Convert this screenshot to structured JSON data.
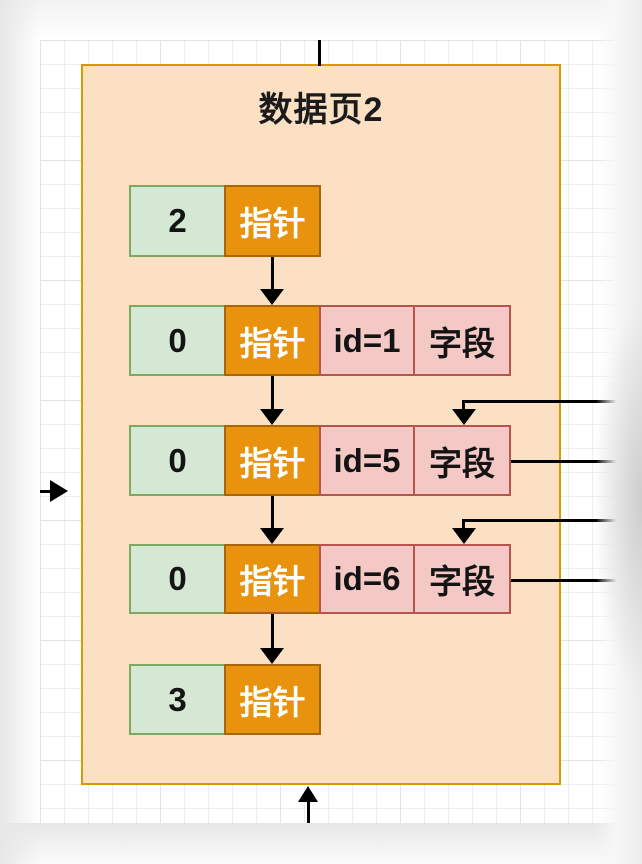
{
  "diagram": {
    "title": "数据页2",
    "colors": {
      "container_fill": "#fce0c4",
      "container_stroke": "#d79b00",
      "green_fill": "#d5e8d4",
      "green_stroke": "#7da860",
      "orange_fill": "#e8920d",
      "orange_stroke": "#a8660b",
      "pink_fill": "#f3c8c5",
      "pink_stroke": "#b85450",
      "connector_color": "#000000"
    },
    "rows": [
      {
        "cells": [
          {
            "type": "green",
            "text": "2"
          },
          {
            "type": "orange",
            "text": "指针"
          }
        ]
      },
      {
        "cells": [
          {
            "type": "green",
            "text": "0"
          },
          {
            "type": "orange",
            "text": "指针"
          },
          {
            "type": "pink",
            "text": "id=1"
          },
          {
            "type": "pink",
            "text": "字段"
          }
        ]
      },
      {
        "cells": [
          {
            "type": "green",
            "text": "0"
          },
          {
            "type": "orange",
            "text": "指针"
          },
          {
            "type": "pink",
            "text": "id=5"
          },
          {
            "type": "pink",
            "text": "字段"
          }
        ]
      },
      {
        "cells": [
          {
            "type": "green",
            "text": "0"
          },
          {
            "type": "orange",
            "text": "指针"
          },
          {
            "type": "pink",
            "text": "id=6"
          },
          {
            "type": "pink",
            "text": "字段"
          }
        ]
      },
      {
        "cells": [
          {
            "type": "green",
            "text": "3"
          },
          {
            "type": "orange",
            "text": "指针"
          }
        ]
      }
    ]
  }
}
